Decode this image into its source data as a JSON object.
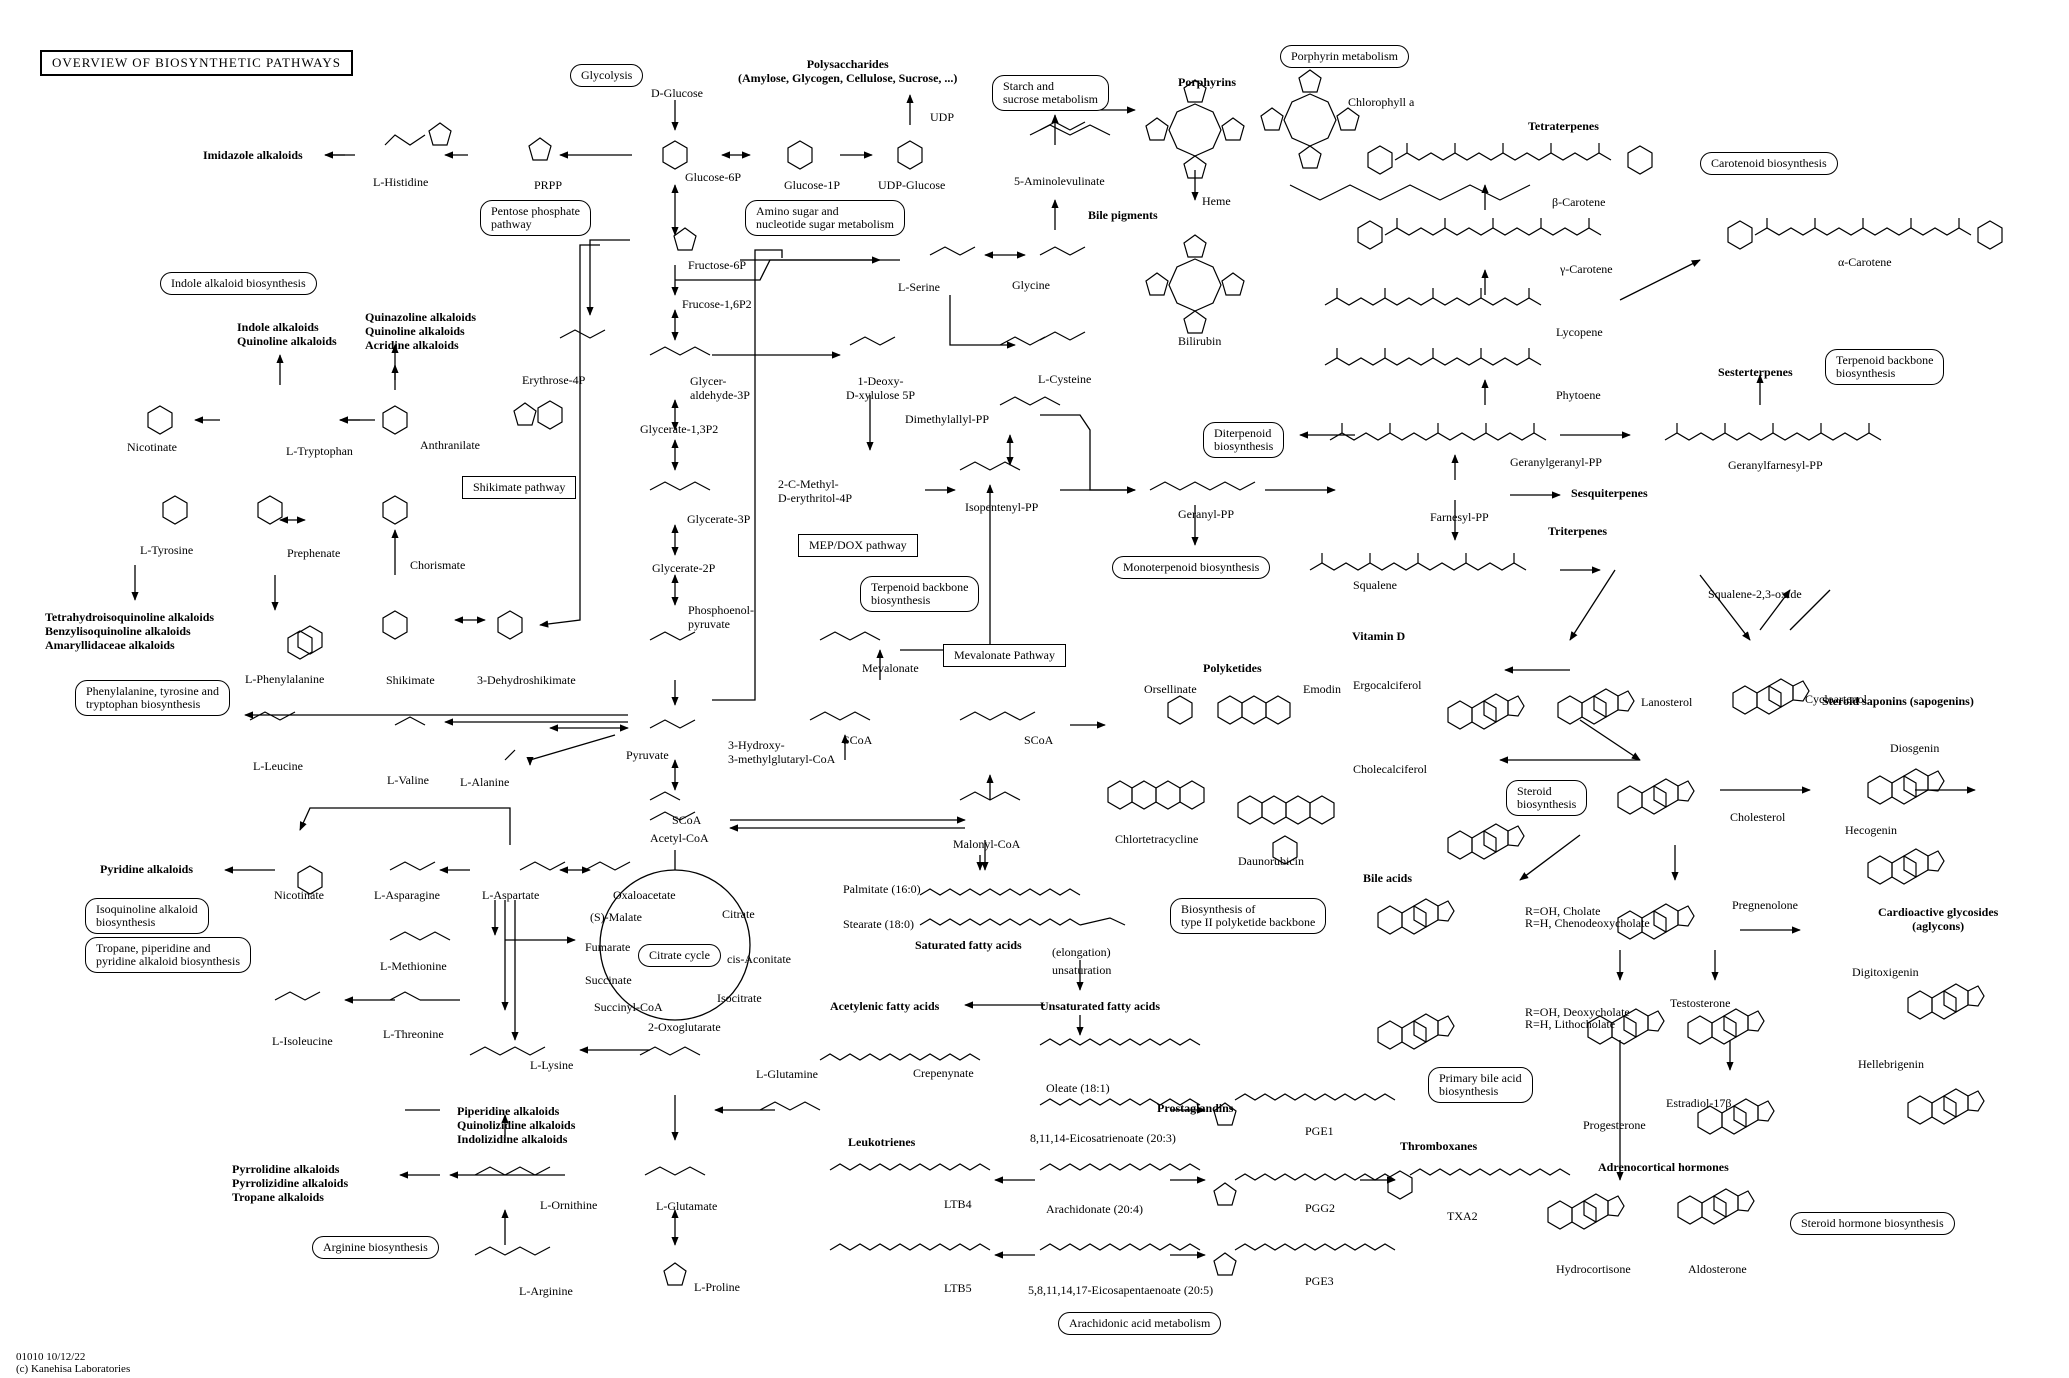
{
  "title": "OVERVIEW OF BIOSYNTHETIC PATHWAYS",
  "footer": {
    "code": "01010 10/12/22",
    "copyright": "(c) Kanehisa Laboratories"
  },
  "map_boxes": {
    "glycolysis": "Glycolysis",
    "starch": [
      "Starch and",
      "sucrose metabolism"
    ],
    "porphyrin": "Porphyrin metabolism",
    "pentose": [
      "Pentose phosphate",
      "pathway"
    ],
    "amino_sugar": [
      "Amino sugar and",
      "nucleotide sugar metabolism"
    ],
    "indole": "Indole alkaloid biosynthesis",
    "carotenoid": "Carotenoid biosynthesis",
    "terpenoid_backbone_right": [
      "Terpenoid backbone",
      "biosynthesis"
    ],
    "shikimate": "Shikimate pathway",
    "diterpenoid": [
      "Diterpenoid",
      "biosynthesis"
    ],
    "mep_dox": "MEP/DOX pathway",
    "terpenoid_backbone_mid": [
      "Terpenoid backbone",
      "biosynthesis"
    ],
    "monoterpenoid": "Monoterpenoid biosynthesis",
    "mevalonate": "Mevalonate Pathway",
    "phe_tyr_trp": [
      "Phenylalanine, tyrosine and",
      "tryptophan biosynthesis"
    ],
    "steroid": [
      "Steroid",
      "biosynthesis"
    ],
    "isoquinoline": [
      "Isoquinoline alkaloid",
      "biosynthesis"
    ],
    "tropane": [
      "Tropane, piperidine and",
      "pyridine alkaloid biosynthesis"
    ],
    "citrate_cycle": "Citrate cycle",
    "type2_polyketide": [
      "Biosynthesis of",
      "type II polyketide backbone"
    ],
    "primary_bile": [
      "Primary bile acid",
      "biosynthesis"
    ],
    "steroid_hormone": "Steroid hormone biosynthesis",
    "arginine": "Arginine biosynthesis",
    "arachidonic": "Arachidonic acid metabolism"
  },
  "headings": {
    "polysaccharides": [
      "Polysaccharides",
      "(Amylose, Glycogen, Cellulose, Sucrose, ...)"
    ],
    "porphyrins": "Porphyrins",
    "bile_pigments": "Bile pigments",
    "tetraterpenes": "Tetraterpenes",
    "imidazole": "Imidazole alkaloids",
    "indole_alk": [
      "Indole alkaloids",
      "Quinoline alkaloids"
    ],
    "quinazoline_alk": [
      "Quinazoline alkaloids",
      "Quinoline alkaloids",
      "Acridine alkaloids"
    ],
    "sesterterpenes": "Sesterterpenes",
    "sesquiterpenes": "Sesquiterpenes",
    "triterpenes": "Triterpenes",
    "tetrahydro": [
      "Tetrahydroisoquinoline alkaloids",
      "Benzylisoquinoline alkaloids",
      "Amaryllidaceae alkaloids"
    ],
    "vitamin_d": "Vitamin D",
    "polyketides": "Polyketides",
    "steroid_saponins": "Steroid saponins (sapogenins)",
    "pyridine_alk": "Pyridine alkaloids",
    "bile_acids": "Bile acids",
    "cardioactive": [
      "Cardioactive glycosides",
      "(aglycons)"
    ],
    "saturated_fa": "Saturated fatty acids",
    "acetylenic_fa": "Acetylenic fatty acids",
    "unsaturated_fa": "Unsaturated fatty acids",
    "piperidine_alk": [
      "Piperidine alkaloids",
      "Quinolizidine alkaloids",
      "Indolizidine alkaloids"
    ],
    "prostaglandins": "Prostaglandins",
    "leukotrienes": "Leukotrienes",
    "thromboxanes": "Thromboxanes",
    "adrenocortical": "Adrenocortical hormones",
    "pyrrolidine_alk": [
      "Pyrrolidine alkaloids",
      "Pyrrolizidine alkaloids",
      "Tropane alkaloids"
    ]
  },
  "compounds": {
    "d_glucose": "D-Glucose",
    "glucose_6p": "Glucose-6P",
    "glucose_1p": "Glucose-1P",
    "udp_glucose": "UDP-Glucose",
    "udp": "UDP",
    "prpp": "PRPP",
    "l_histidine": "L-Histidine",
    "aminolevulinate": "5-Aminolevulinate",
    "heme": "Heme",
    "chlorophyll_a": "Chlorophyll a",
    "beta_carotene": "β-Carotene",
    "gamma_carotene": "γ-Carotene",
    "alpha_carotene": "α-Carotene",
    "lycopene": "Lycopene",
    "phytoene": "Phytoene",
    "fructose_6p": "Fructose-6P",
    "fructose_16p2": "Frucose-1,6P2",
    "l_serine": "L-Serine",
    "glycine": "Glycine",
    "l_cysteine": "L-Cysteine",
    "bilirubin": "Bilirubin",
    "erythrose_4p": "Erythrose-4P",
    "glyceraldehyde_3p": [
      "Glycer-",
      "aldehyde-3P"
    ],
    "deoxy_xylulose": [
      "1-Deoxy-",
      "D-xylulose 5P"
    ],
    "anthranilate": "Anthranilate",
    "l_tryptophan": "L-Tryptophan",
    "nicotinate_top": "Nicotinate",
    "dimethylallyl_pp": "Dimethylallyl-PP",
    "glycerate_13p2": "Glycerate-1,3P2",
    "methyl_erythritol": [
      "2-C-Methyl-",
      "D-erythritol-4P"
    ],
    "isopentenyl_pp": "Isopentenyl-PP",
    "geranyl_pp": "Geranyl-PP",
    "geranylgeranyl_pp": "Geranylgeranyl-PP",
    "geranylfarnesyl_pp": "Geranylfarnesyl-PP",
    "farnesyl_pp": "Farnesyl-PP",
    "l_tyrosine": "L-Tyrosine",
    "prephenate": "Prephenate",
    "chorismate": "Chorismate",
    "glycerate_3p": "Glycerate-3P",
    "glycerate_2p": "Glycerate-2P",
    "squalene": "Squalene",
    "squalene_oxide": "Squalene-2,3-oxide",
    "pep": [
      "Phosphoenol-",
      "pyruvate"
    ],
    "mevalonate": "Mevalonate",
    "l_phenylalanine": "L-Phenylalanine",
    "shikimate": "Shikimate",
    "dehydroshikimate": "3-Dehydroshikimate",
    "orsellinate": "Orsellinate",
    "emodin": "Emodin",
    "ergocalciferol": "Ergocalciferol",
    "lanosterol": "Lanosterol",
    "cycloartenol": "Cycloartenol",
    "hmg_coa": [
      "3-Hydroxy-",
      "3-methylglutaryl-CoA"
    ],
    "scoa_a": "SCoA",
    "scoa_b": "SCoA",
    "scoa_c": "SCoA",
    "l_leucine": "L-Leucine",
    "l_valine": "L-Valine",
    "l_alanine": "L-Alanine",
    "pyruvate": "Pyruvate",
    "acetyl_coa": "Acetyl-CoA",
    "malonyl_coa": "Malonyl-CoA",
    "chlortetracycline": "Chlortetracycline",
    "daunorubicin": "Daunorubicin",
    "cholecalciferol": "Cholecalciferol",
    "cholesterol": "Cholesterol",
    "diosgenin": "Diosgenin",
    "hecogenin": "Hecogenin",
    "nicotinate_bottom": "Nicotinate",
    "l_asparagine": "L-Asparagine",
    "l_aspartate": "L-Aspartate",
    "oxaloacetate": "Oxaloacetate",
    "citrate": "Citrate",
    "s_malate": "(S)-Malate",
    "cis_aconitate": "cis-Aconitate",
    "fumarate": "Fumarate",
    "succinate": "Succinate",
    "isocitrate": "Isocitrate",
    "succinyl_coa": "Succinyl-CoA",
    "oxoglutarate": "2-Oxoglutarate",
    "l_methionine": "L-Methionine",
    "l_isoleucine": "L-Isoleucine",
    "l_threonine": "L-Threonine",
    "l_lysine": "L-Lysine",
    "palmitate": "Palmitate (16:0)",
    "stearate": "Stearate (18:0)",
    "elongation": "(elongation)",
    "unsaturation": "unsaturation",
    "crepenynate": "Crepenynate",
    "oleate": "Oleate (18:1)",
    "eicosatrienoate": "8,11,14-Eicosatrienoate (20:3)",
    "arachidonate": "Arachidonate (20:4)",
    "eicosapentaenoate": "5,8,11,14,17-Eicosapentaenoate (20:5)",
    "pge1": "PGE1",
    "pgg2": "PGG2",
    "pge3": "PGE3",
    "txa2": "TXA2",
    "ltb4": "LTB4",
    "ltb5": "LTB5",
    "l_glutamine": "L-Glutamine",
    "l_glutamate": "L-Glutamate",
    "l_proline": "L-Proline",
    "l_ornithine": "L-Ornithine",
    "l_arginine": "L-Arginine",
    "cholate": "R=OH, Cholate",
    "chenodeoxycholate": "R=H, Chenodeoxycholate",
    "deoxycholate": "R=OH, Deoxycholate",
    "lithocholate": "R=H, Lithocholate",
    "pregnenolone": "Pregnenolone",
    "progesterone": "Progesterone",
    "testosterone": "Testosterone",
    "estradiol": "Estradiol-17β",
    "digitoxigenin": "Digitoxigenin",
    "hellebrigenin": "Hellebrigenin",
    "hydrocortisone": "Hydrocortisone",
    "aldosterone": "Aldosterone"
  }
}
